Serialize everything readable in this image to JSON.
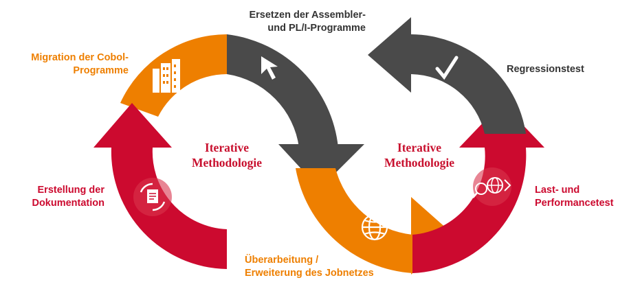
{
  "colors": {
    "orange": "#ee7f00",
    "dark_gray": "#4a4a4a",
    "red": "#cc0a2f",
    "center_text": "#c8102e"
  },
  "labels": {
    "migration": "Migration der Cobol-\nProgramme",
    "assembler": "Ersetzen der Assembler-\nund PL/I-Programme",
    "regression": "Regressionstest",
    "performance": "Last- und\nPerformancetest",
    "jobnetze": "Überarbeitung /\nErweiterung des Jobnetzes",
    "dokumentation": "Erstellung der\nDokumentation"
  },
  "center_left": "Iterative\nMethodologie",
  "center_right": "Iterative\nMethodologie",
  "icons": {
    "migration": "building-icon",
    "assembler": "cursor-icon",
    "regression": "checkmark-icon",
    "performance": "speed-globe-icon",
    "jobnetze": "globe-icon",
    "dokumentation": "document-cycle-icon"
  }
}
